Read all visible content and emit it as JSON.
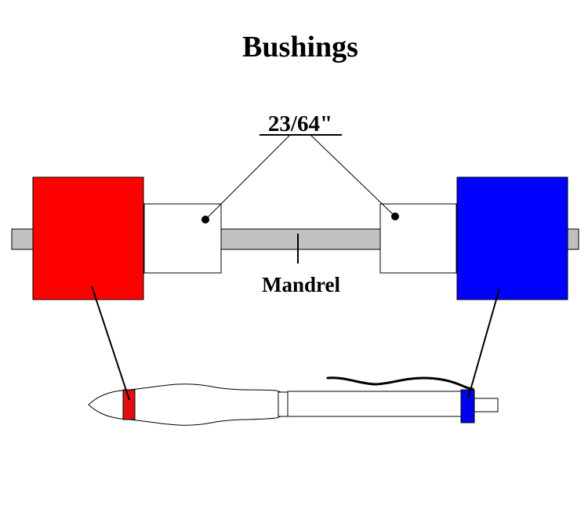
{
  "diagram": {
    "title": "Bushings",
    "dimension_label": "23/64\"",
    "mandrel_label": "Mandrel"
  },
  "colors": {
    "left_bushing": "#ff0000",
    "right_bushing": "#0000ff",
    "mandrel": "#c0c0c0",
    "outline": "#000000",
    "fill_white": "#ffffff",
    "pen_band_left": "#e01010",
    "pen_band_right": "#0000ee"
  }
}
